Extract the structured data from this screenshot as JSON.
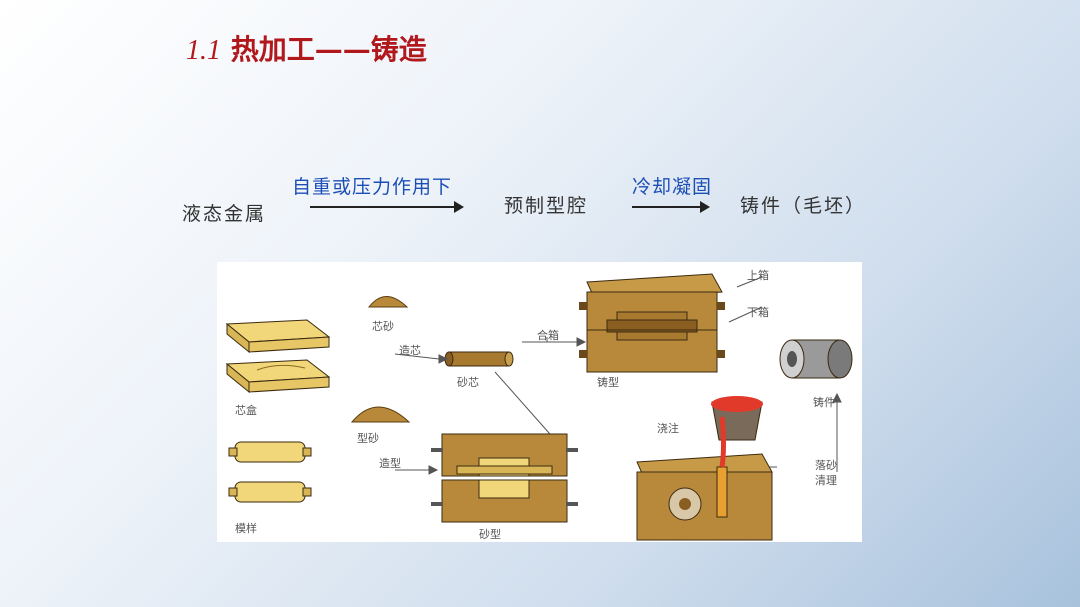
{
  "title": {
    "number": "1.1",
    "text": "热加工——铸造"
  },
  "flow": {
    "start": "液态金属",
    "step1_label": "自重或压力作用下",
    "middle": "预制型腔",
    "step2_label": "冷却凝固",
    "end": "铸件（毛坯）"
  },
  "diagram": {
    "labels": {
      "upper_box": "上箱",
      "lower_box": "下箱",
      "core_sand": "芯砂",
      "core_making": "造芯",
      "close_box": "合箱",
      "sand_core": "砂芯",
      "casting_mold": "铸型",
      "core_box": "芯盒",
      "casting": "铸件",
      "molding_sand": "型砂",
      "pouring": "浇注",
      "molding": "造型",
      "shakeout": "落砂",
      "cleaning": "清理",
      "pattern": "模样",
      "sand_mold": "砂型"
    },
    "colors": {
      "sand": "#b8893a",
      "wood": "#f1d77a",
      "metal": "#e23a2a",
      "outline": "#3b2a10"
    }
  }
}
